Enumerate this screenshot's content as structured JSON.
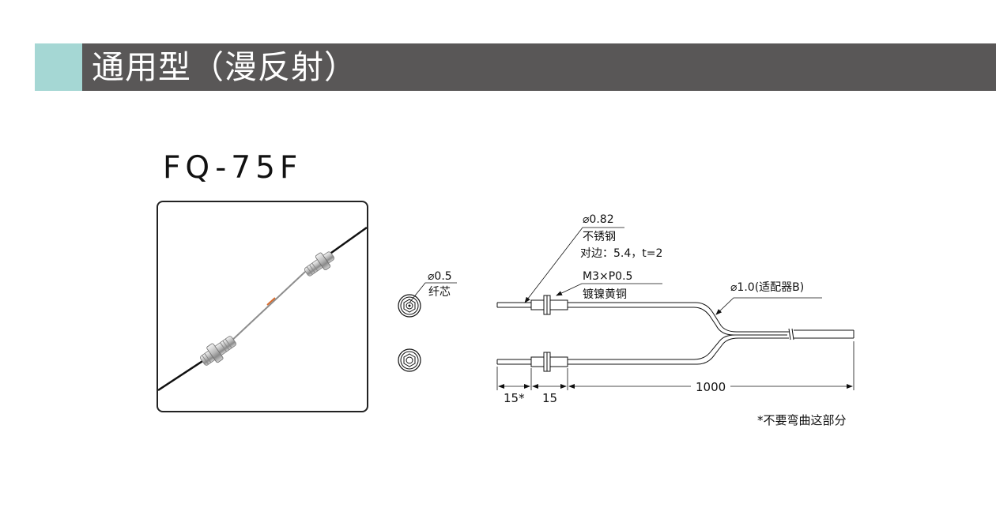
{
  "header": {
    "title": "通用型（漫反射）",
    "accent_color": "#a5d7d4",
    "bar_color": "#595757"
  },
  "product": {
    "model": "FQ-75F"
  },
  "diagram": {
    "fiber_core_dia": "⌀0.5",
    "fiber_core_label": "纤芯",
    "tube_dia": "⌀0.82",
    "tube_material": "不锈钢",
    "nut_spec": "对边：5.4，t=2",
    "thread_spec": "M3×P0.5",
    "thread_material": "镀镍黄铜",
    "cable_spec": "⌀1.0(适配器B)",
    "dim_tip": "15*",
    "dim_thread": "15",
    "dim_length": "1000"
  },
  "footnote": "*不要弯曲这部分"
}
